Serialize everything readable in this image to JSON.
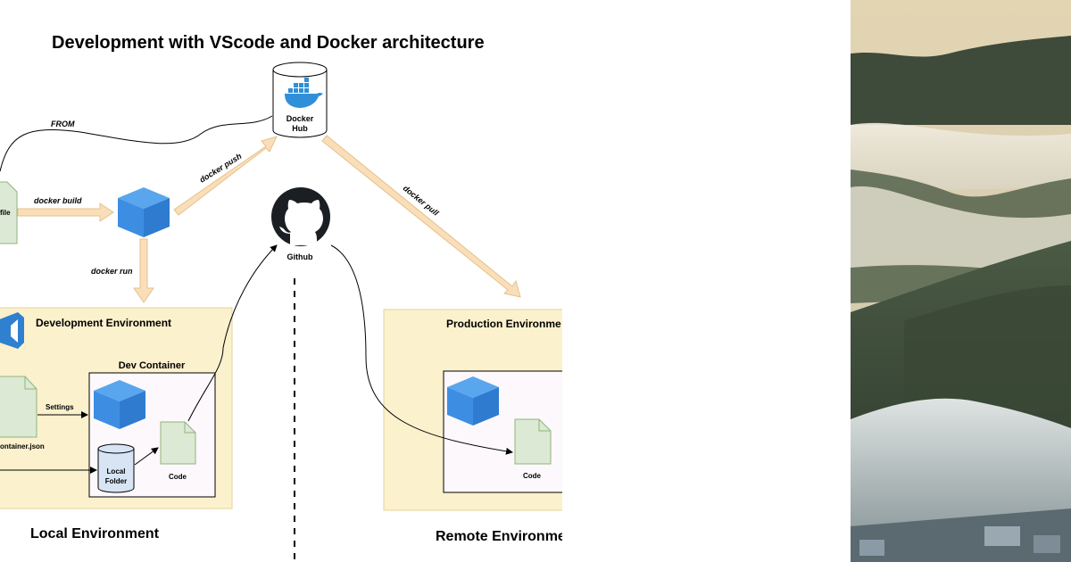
{
  "diagram": {
    "title": "Development with VScode and Docker architecture",
    "docker_hub": {
      "line1": "Docker",
      "line2": "Hub"
    },
    "arrows": {
      "from": "FROM",
      "docker_build": "docker build",
      "docker_push": "docker push",
      "docker_run": "docker run",
      "docker_pull": "docker pull",
      "settings": "Settings"
    },
    "dockerfile_label": "file",
    "github_label": "Github",
    "dev_env": {
      "title": "Development Environment",
      "dev_container": "Dev Container",
      "devcontainer_json": "ontainer.json",
      "local_folder": {
        "line1": "Local",
        "line2": "Folder"
      },
      "code": "Code"
    },
    "prod_env": {
      "title": "Production Environme",
      "code": "Code"
    },
    "local_env_label": "Local Environment",
    "remote_env_label": "Remote Environme",
    "colors": {
      "env_fill": "#fbf1cd",
      "env_stroke": "#e6d29a",
      "arrow_fill": "#f9dfb9",
      "arrow_stroke": "#e8bf8a",
      "cube": "#3d8ee3",
      "doc_fill": "#dce9d4",
      "doc_stroke": "#8fb57d",
      "folder_fill": "#d7e4f4"
    }
  },
  "photo": {
    "description_icon": "misty-hills-photo"
  }
}
